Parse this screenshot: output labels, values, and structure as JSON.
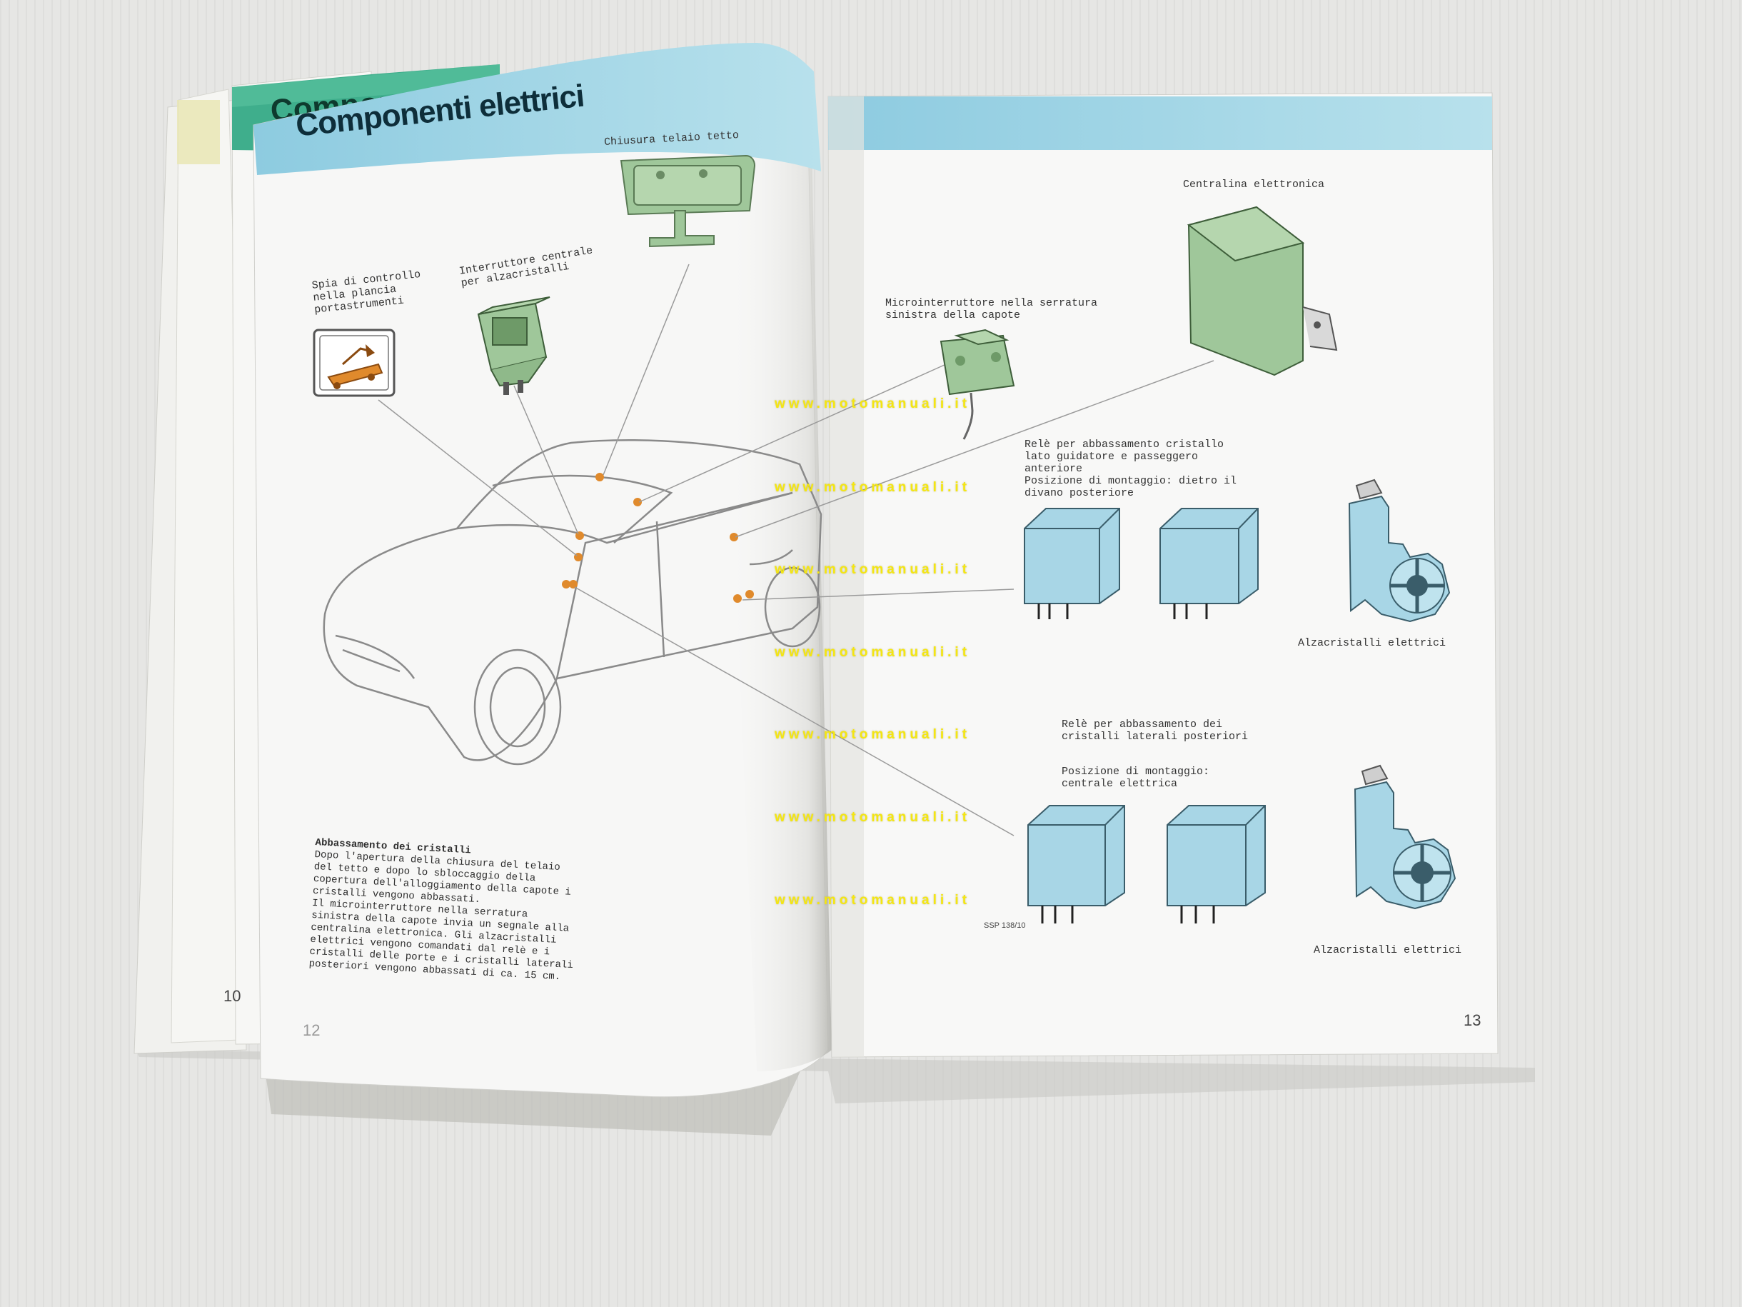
{
  "left_page": {
    "title": "Componenti elettrici",
    "behind_title_fragment": "Compon",
    "labels": {
      "roof_frame_lock": "Chiusura telaio tetto",
      "warning_lamp": "Spia di controllo\nnella plancia\nportastrumenti",
      "window_switch": "Interruttore centrale\nper alzacristalli"
    },
    "body_text": [
      "Abbassamento dei cristalli",
      "Dopo l'apertura della chiusura del telaio",
      "del tetto e dopo lo sbloccaggio della",
      "copertura dell'alloggiamento della capote i",
      "cristalli vengono abbassati.",
      "Il microinterruttore nella serratura",
      "sinistra della capote invia un segnale alla",
      "centralina elettronica. Gli alzacristalli",
      "elettrici vengono comandati dal relè e i",
      "cristalli delle porte e i cristalli laterali",
      "posteriori vengono abbassati di ca. 15 cm."
    ],
    "page_number": "12",
    "behind_page_number": "10"
  },
  "right_page": {
    "labels": {
      "control_unit": "Centralina elettronica",
      "micro_switch": "Microinterruttore nella serratura\nsinistra della capote",
      "front_relay": "Relè per abbassamento cristallo\nlato guidatore e passeggero\nanteriore\nPosizione di montaggio: dietro il\ndivano posteriore",
      "window_motor_1": "Alzacristalli elettrici",
      "rear_relay": "Relè per abbassamento dei\ncristalli laterali posteriori",
      "rear_relay_position": "Posizione di montaggio:\ncentrale elettrica",
      "window_motor_2": "Alzacristalli elettrici",
      "figure_ref": "SSP 138/10"
    },
    "page_number": "13"
  },
  "watermark": "www.motomanuali.it",
  "colors": {
    "banner_blue": "#a9d8e6",
    "green_part": "#9fc79a",
    "blue_part": "#a8d6e6",
    "orange_marker": "#e08a2c",
    "watermark": "#f4e612"
  }
}
